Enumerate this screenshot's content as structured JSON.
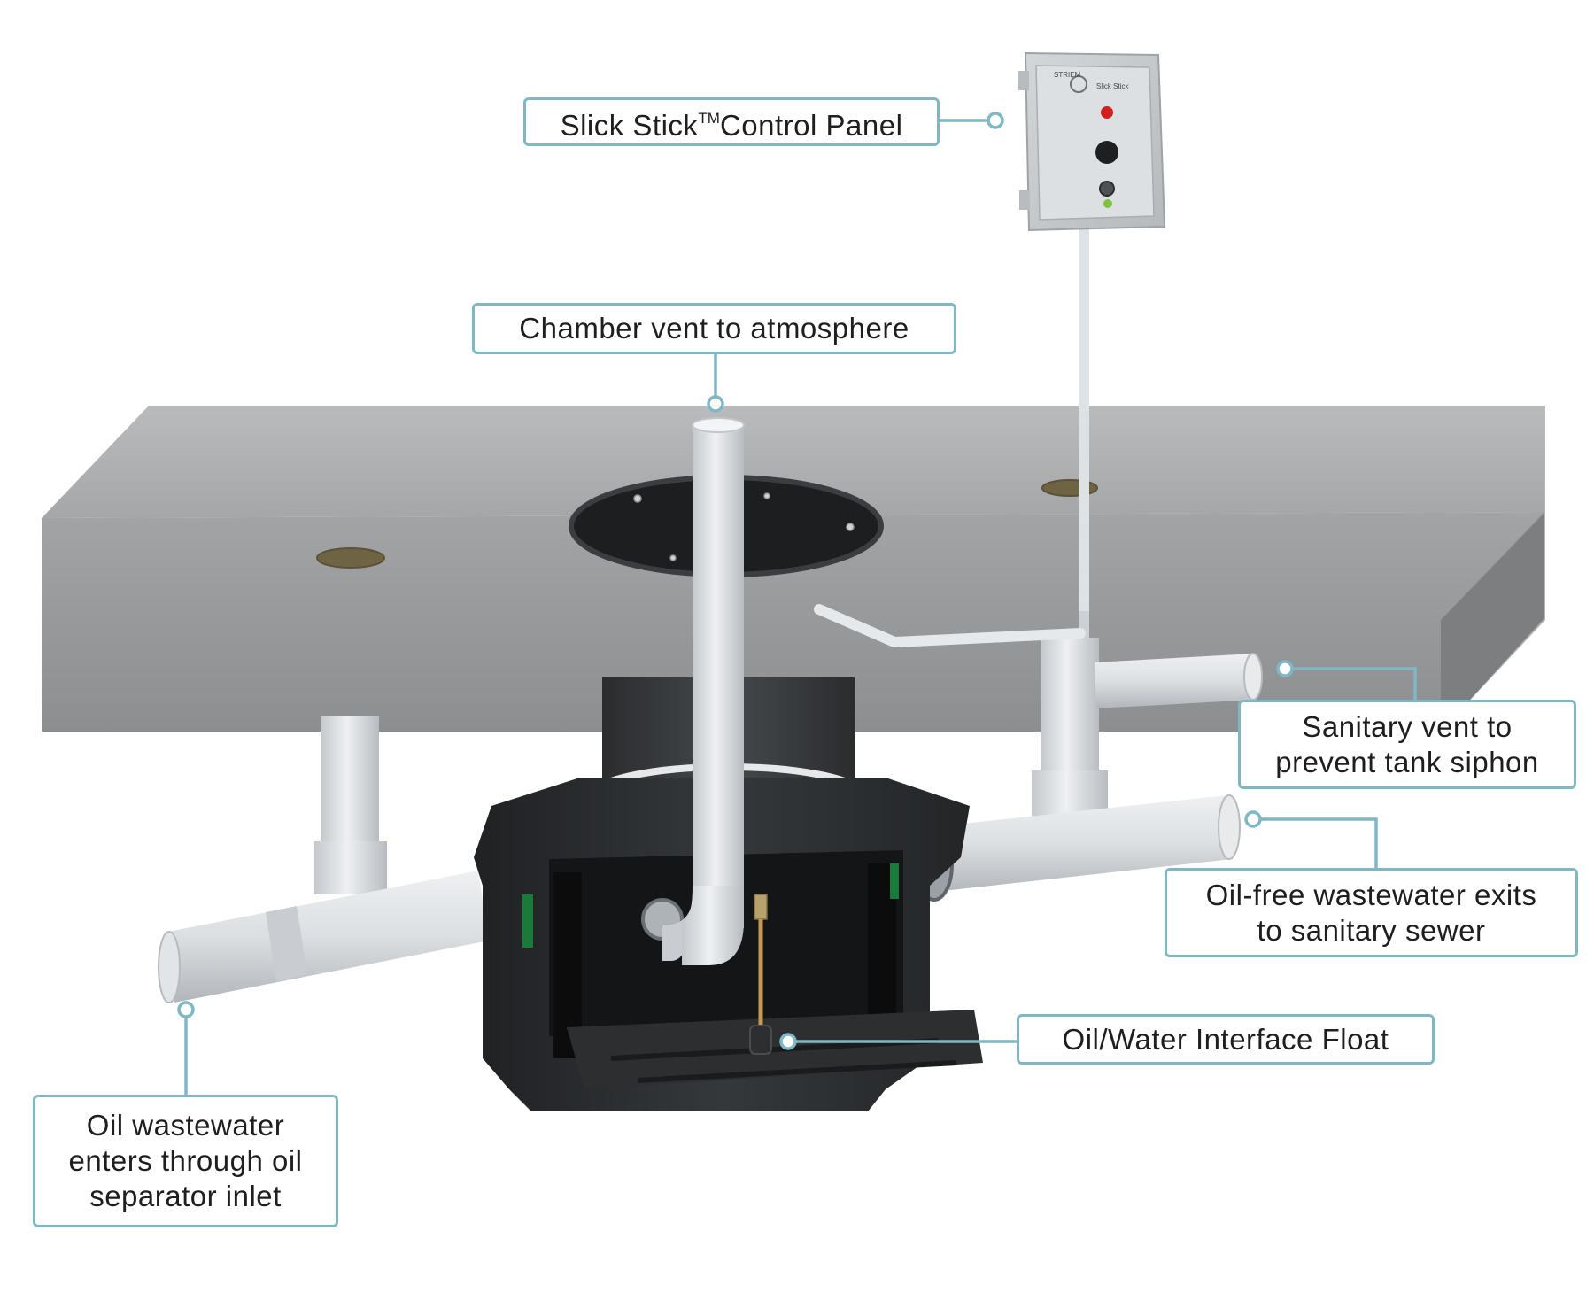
{
  "colors": {
    "accent": "#7fb8c4",
    "slab": "#a9abad",
    "tank": "#2b2d2f",
    "pipe": "#dcdfe2",
    "background": "#ffffff"
  },
  "panel": {
    "brand": "STRIEM",
    "model": "Slick Stick"
  },
  "callouts": {
    "control_panel": {
      "name": "Slick Stick",
      "trademark": "TM",
      "rest": "Control Panel"
    },
    "chamber_vent": {
      "text": "Chamber vent to atmosphere"
    },
    "sanitary_vent": {
      "line1": "Sanitary vent to",
      "line2": "prevent tank siphon"
    },
    "oil_free_exit": {
      "line1": "Oil-free wastewater exits",
      "line2": "to sanitary sewer"
    },
    "interface_float": {
      "text": "Oil/Water Interface Float"
    },
    "oil_inlet": {
      "line1": "Oil wastewater",
      "line2": "enters through oil",
      "line3": "separator inlet"
    }
  }
}
